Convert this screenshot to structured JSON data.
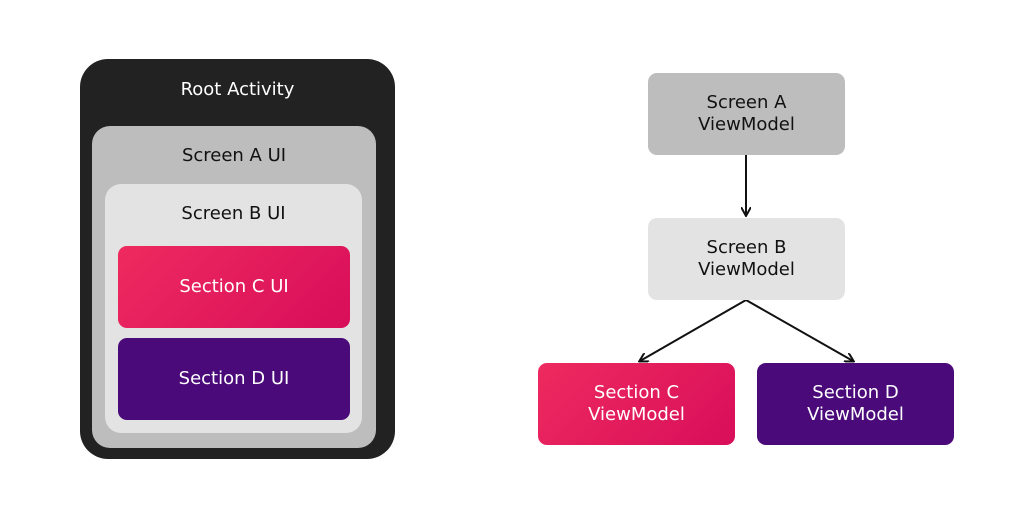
{
  "left_diagram": {
    "root_activity": "Root Activity",
    "screen_a_ui": "Screen A UI",
    "screen_b_ui": "Screen B UI",
    "section_c_ui": "Section C UI",
    "section_d_ui": "Section D UI"
  },
  "right_diagram": {
    "screen_a_viewmodel": [
      "Screen A",
      "ViewModel"
    ],
    "screen_b_viewmodel": [
      "Screen B",
      "ViewModel"
    ],
    "section_c_viewmodel": [
      "Section C",
      "ViewModel"
    ],
    "section_d_viewmodel": [
      "Section D",
      "ViewModel"
    ]
  },
  "colors": {
    "root": "#222222",
    "screen_a": "#bdbdbd",
    "screen_b": "#e3e3e3",
    "section_c": "#e3175d",
    "section_d": "#4a0a7a",
    "arrow": "#111111"
  }
}
